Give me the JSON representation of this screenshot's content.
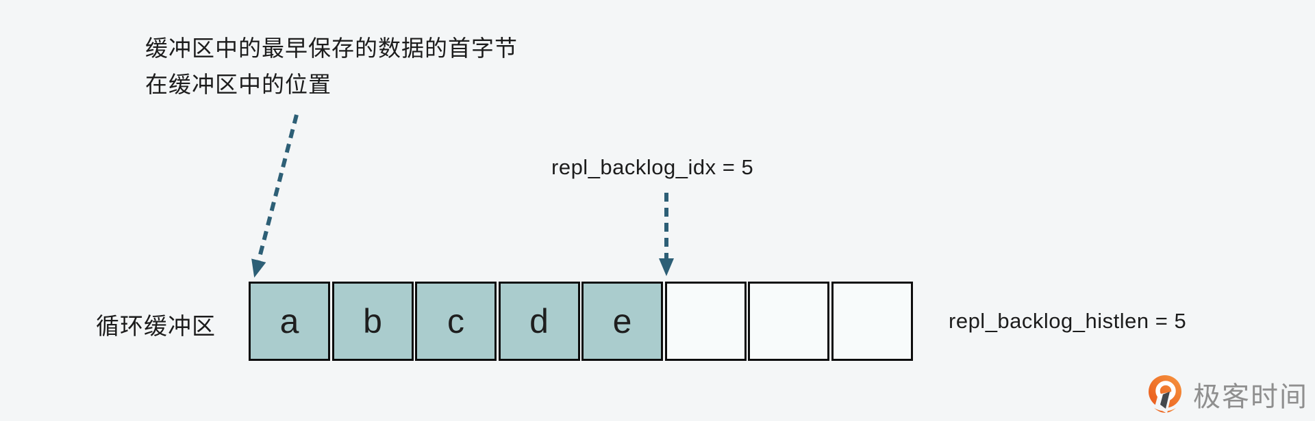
{
  "annotation": {
    "line1": "缓冲区中的最早保存的数据的首字节",
    "line2": "在缓冲区中的位置"
  },
  "idx_pointer": {
    "label": "repl_backlog_idx = 5"
  },
  "buffer": {
    "label": "循环缓冲区",
    "cells": [
      {
        "value": "a",
        "filled": true
      },
      {
        "value": "b",
        "filled": true
      },
      {
        "value": "c",
        "filled": true
      },
      {
        "value": "d",
        "filled": true
      },
      {
        "value": "e",
        "filled": true
      },
      {
        "value": "",
        "filled": false
      },
      {
        "value": "",
        "filled": false
      },
      {
        "value": "",
        "filled": false
      }
    ]
  },
  "histlen": {
    "label": "repl_backlog_histlen = 5"
  },
  "logo": {
    "text": "极客时间",
    "icon": "geektime-pin-icon"
  },
  "colors": {
    "background": "#f4f6f7",
    "ink": "#1c1c1c",
    "arrow": "#2d5f76",
    "cell_filled": "#aacccd",
    "cell_empty": "#f8fbfb",
    "cell_border": "#0d0d0d",
    "logo_orange": "#ed6a24",
    "logo_orange_light": "#f6953f",
    "logo_orange_deep": "#e9581b",
    "logo_gray": "#8f8f8f",
    "logo_tail_dark": "#43484d"
  }
}
